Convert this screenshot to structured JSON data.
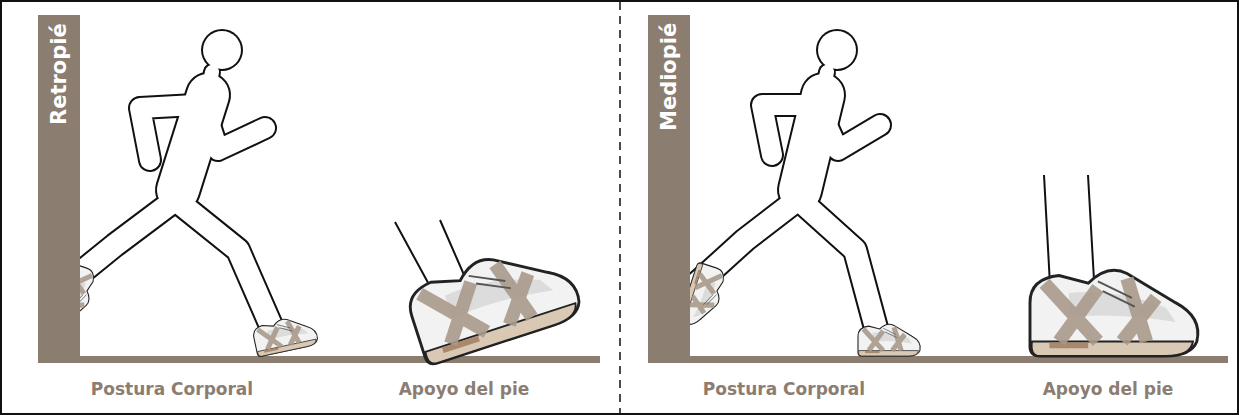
{
  "diagram": {
    "nodes": [
      {
        "text": [
          "Retropié"
        ]
      },
      {
        "text": [
          "Mediopié"
        ]
      }
    ],
    "labels": [
      "Postura Corporal",
      "Apoyo del pie",
      "Postura Corporal",
      "Apoyo del pie"
    ]
  }
}
